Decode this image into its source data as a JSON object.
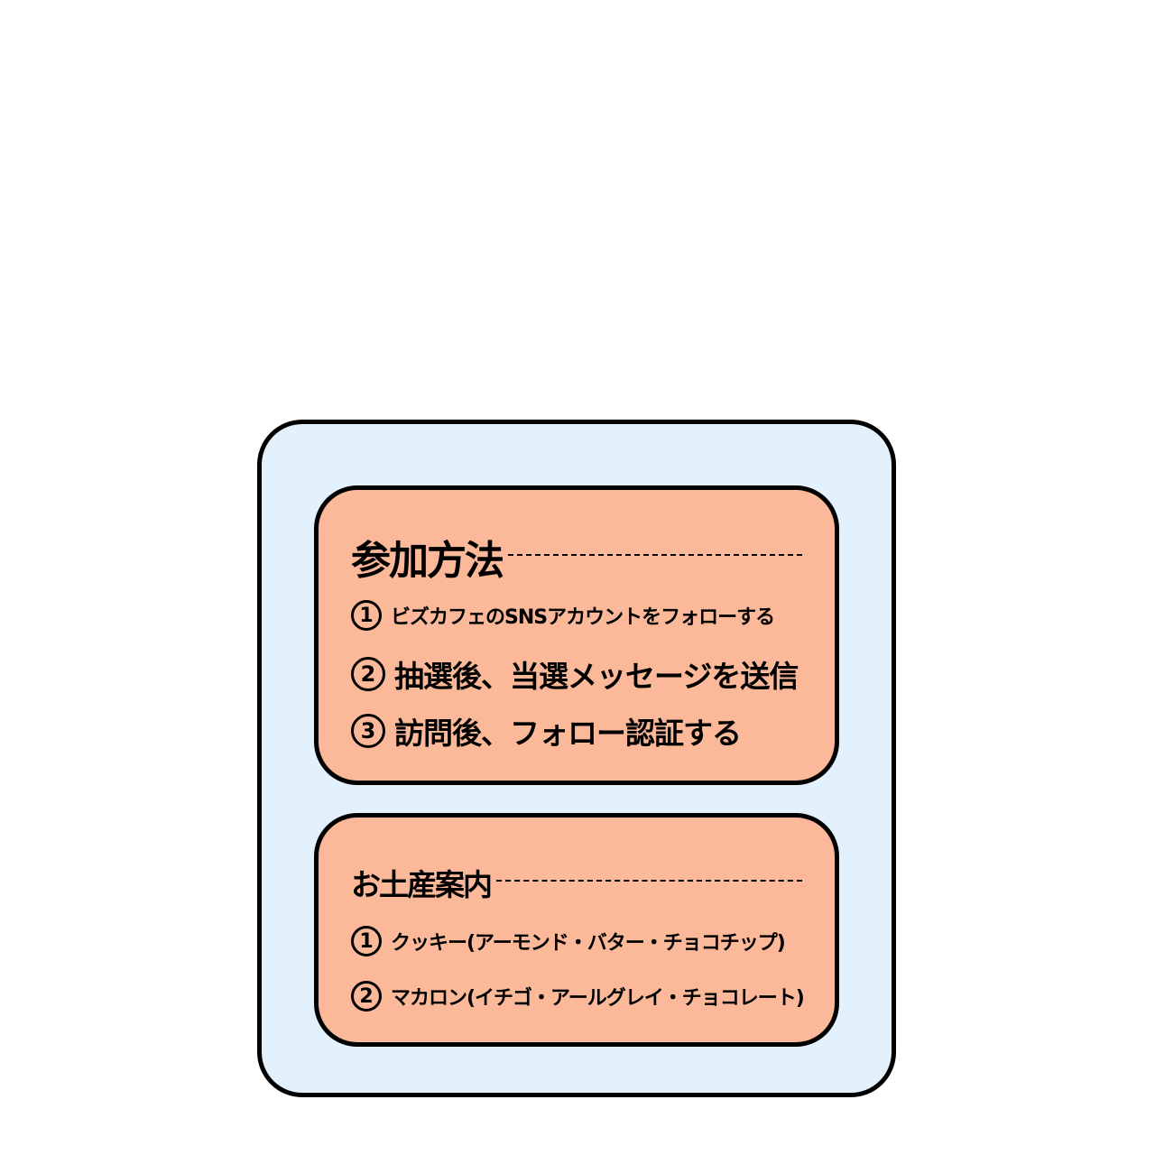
{
  "colors": {
    "outer_background": "#e3f1fd",
    "card_background": "#fbb99a",
    "border": "#000000"
  },
  "participation": {
    "heading": "参加方法",
    "steps": [
      {
        "number": "1",
        "text": "ビズカフェのSNSアカウントをフォローする"
      },
      {
        "number": "2",
        "text": "抽選後、当選メッセージを送信"
      },
      {
        "number": "3",
        "text": "訪問後、フォロー認証する"
      }
    ]
  },
  "souvenir": {
    "heading": "お土産案内",
    "items": [
      {
        "number": "1",
        "text": "クッキー(アーモンド・バター・チョコチップ)"
      },
      {
        "number": "2",
        "text": "マカロン(イチゴ・アールグレイ・チョコレート)"
      }
    ]
  }
}
